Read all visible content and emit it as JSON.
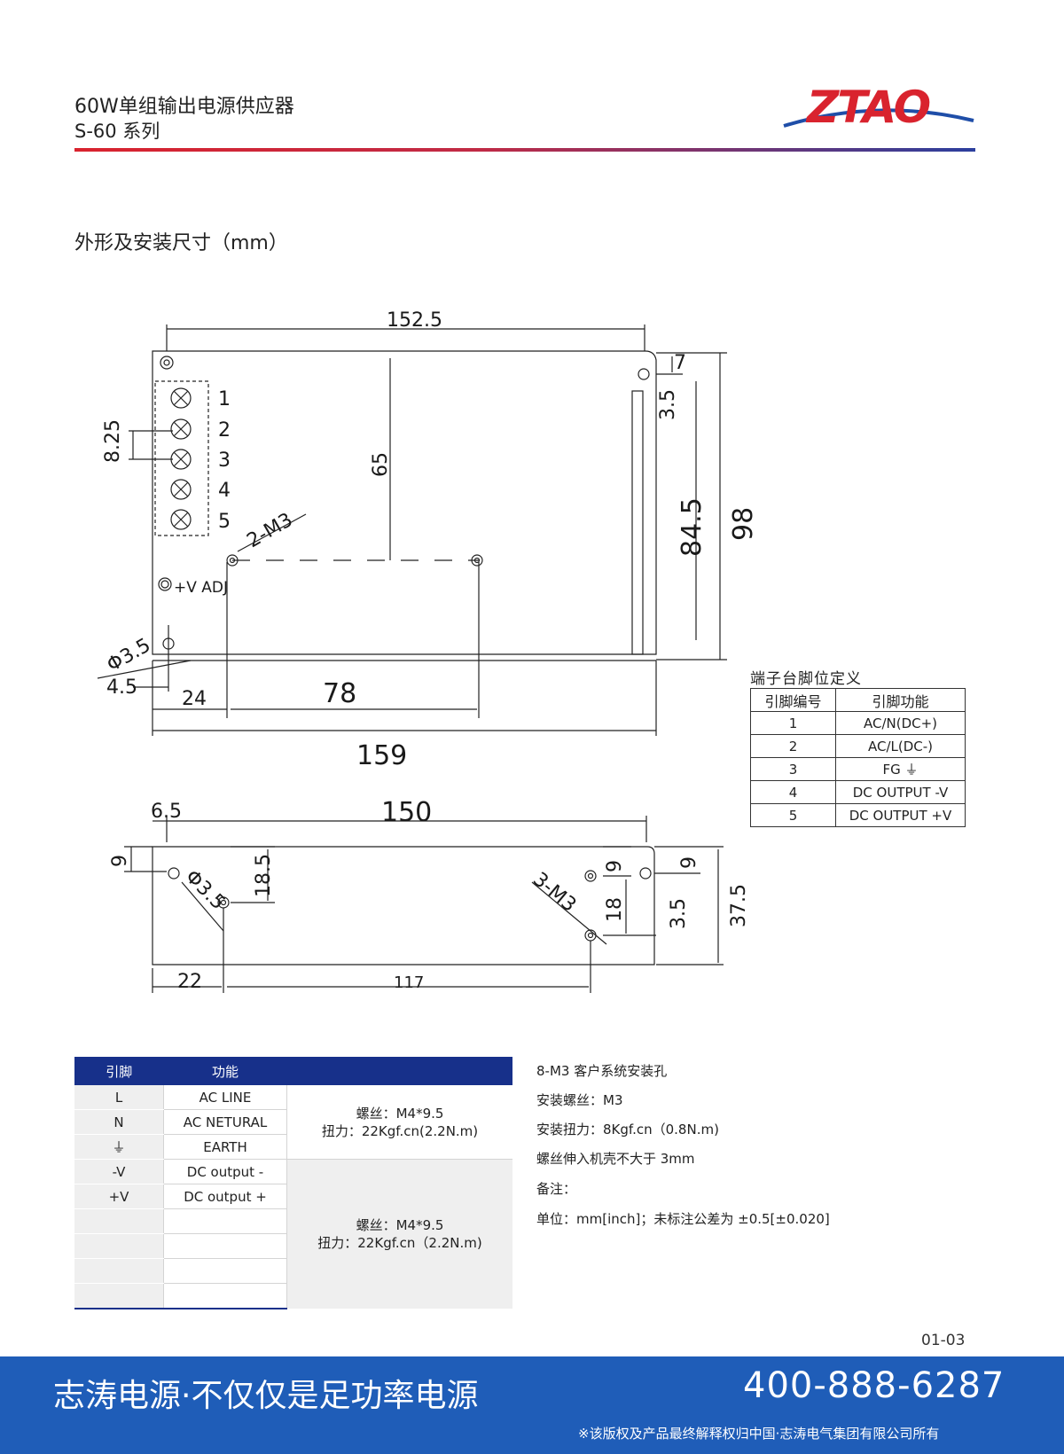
{
  "header": {
    "title_line1": "60W单组输出电源供应器",
    "title_line2": "S-60 系列",
    "logo_text": "ZTAO",
    "colors": {
      "red": "#d9232e",
      "blue": "#1f4ea8"
    }
  },
  "section_title": "外形及安装尺寸（mm）",
  "drawing_top": {
    "dims": {
      "overall_width_top": "152.5",
      "right_offset_top": "7",
      "right_small": "3.5",
      "inner_height": "84.5",
      "overall_height": "98",
      "mid_height": "65",
      "terminal_pitch": "8.25",
      "hole_diameter": "Φ3.5",
      "left_offset": "4.5",
      "dim_24": "24",
      "dim_78": "78",
      "overall_length": "159"
    },
    "screw_label": "2-M3",
    "adj_label": "+V ADJ",
    "terminal_numbers": [
      "1",
      "2",
      "3",
      "4",
      "5"
    ]
  },
  "drawing_side": {
    "dims": {
      "left_offset": "6.5",
      "width": "150",
      "top_9_left": "9",
      "hole_left": "Φ3.5",
      "h_18_5": "18.5",
      "right_9a": "9",
      "right_9b": "9",
      "h_18": "18",
      "h_3_5": "3.5",
      "height": "37.5",
      "dim_22": "22",
      "dim_117": "117"
    },
    "screw_label": "3-M3"
  },
  "pin_table": {
    "caption": "端子台脚位定义",
    "headers": [
      "引脚编号",
      "引脚功能"
    ],
    "rows": [
      {
        "no": "1",
        "func": "AC/N(DC+)"
      },
      {
        "no": "2",
        "func": "AC/L(DC-)"
      },
      {
        "no": "3",
        "func": "FG"
      },
      {
        "no": "4",
        "func": "DC OUTPUT -V"
      },
      {
        "no": "5",
        "func": "DC OUTPUT +V"
      }
    ]
  },
  "spec_table": {
    "headers": [
      "引脚",
      "功能"
    ],
    "rows": [
      {
        "pin": "L",
        "func": "AC LINE"
      },
      {
        "pin": "N",
        "func": "AC NETURAL"
      },
      {
        "pin": "⏚",
        "func": "EARTH"
      },
      {
        "pin": "-V",
        "func": "DC output -"
      },
      {
        "pin": "+V",
        "func": "DC output +"
      },
      {
        "pin": "",
        "func": ""
      },
      {
        "pin": "",
        "func": ""
      },
      {
        "pin": "",
        "func": ""
      },
      {
        "pin": "",
        "func": ""
      }
    ],
    "merged_1": {
      "line1": "螺丝：M4*9.5",
      "line2": "扭力：22Kgf.cn(2.2N.m)"
    },
    "merged_2": {
      "line1": "螺丝：M4*9.5",
      "line2": "扭力：22Kgf.cn（2.2N.m)"
    }
  },
  "notes": [
    "8-M3 客户系统安装孔",
    "安装螺丝：M3",
    "安装扭力：8Kgf.cn（0.8N.m)",
    "螺丝伸入机壳不大于 3mm",
    "备注：",
    "单位：mm[inch]；未标注公差为 ±0.5[±0.020]"
  ],
  "page_number": "01-03",
  "footer": {
    "slogan": "志涛电源·不仅仅是足功率电源",
    "phone": "400-888-6287",
    "copyright": "※该版权及产品最终解释权归中国·志涛电气集团有限公司所有",
    "color": "#1f5db8"
  }
}
